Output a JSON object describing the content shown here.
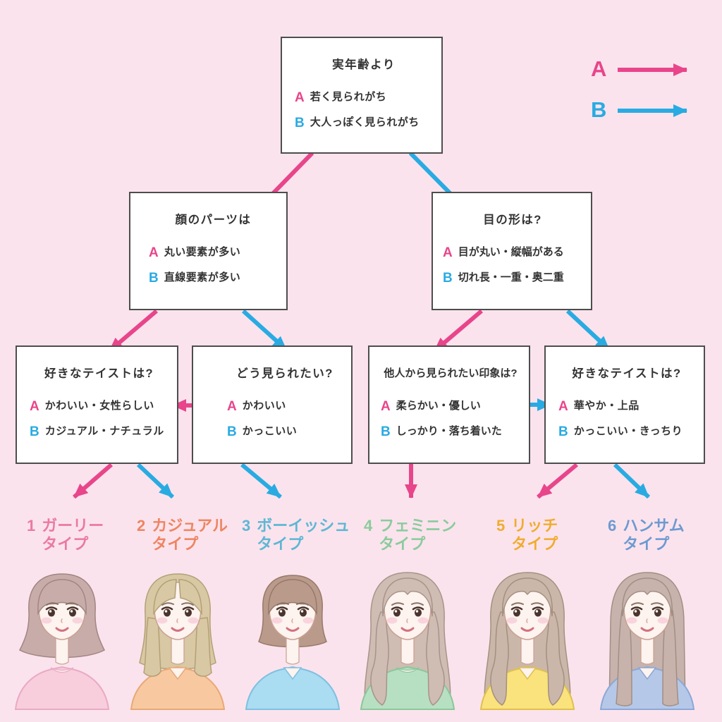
{
  "colors": {
    "background": "#fbe3ed",
    "branch_a_pink": "#e8458b",
    "branch_b_blue": "#29abe2",
    "box_border": "#4d4d4d",
    "text": "#333333"
  },
  "branch_labels": {
    "a": "A",
    "b": "B"
  },
  "legend": {
    "a_label": "A",
    "b_label": "B"
  },
  "questions": [
    {
      "id": "age",
      "title": "実年齢より",
      "a": "若く見られがち",
      "b": "大人っぽく見られがち"
    },
    {
      "id": "face-parts",
      "title": "顔のパーツは",
      "a": "丸い要素が多い",
      "b": "直線要素が多い"
    },
    {
      "id": "eye-shape",
      "title": "目の形は?",
      "a": "目が丸い・縦幅がある",
      "b": "切れ長・一重・奥二重"
    },
    {
      "id": "taste-left",
      "title": "好きなテイストは?",
      "a": "かわいい・女性らしい",
      "b": "カジュアル・ナチュラル"
    },
    {
      "id": "how-seen",
      "title": "どう見られたい?",
      "a": "かわいい",
      "b": "かっこいい"
    },
    {
      "id": "impression",
      "title": "他人から見られたい印象は?",
      "a": "柔らかい・優しい",
      "b": "しっかり・落ち着いた"
    },
    {
      "id": "taste-right",
      "title": "好きなテイストは?",
      "a": "華やか・上品",
      "b": "かっこいい・きっちり"
    }
  ],
  "arrows": [
    {
      "from": "age",
      "branch": "a",
      "to": "face-parts"
    },
    {
      "from": "age",
      "branch": "b",
      "to": "eye-shape"
    },
    {
      "from": "face-parts",
      "branch": "a",
      "to": "taste-left"
    },
    {
      "from": "face-parts",
      "branch": "b",
      "to": "how-seen"
    },
    {
      "from": "eye-shape",
      "branch": "a",
      "to": "impression"
    },
    {
      "from": "eye-shape",
      "branch": "b",
      "to": "taste-right"
    },
    {
      "from": "how-seen",
      "branch": "a",
      "to": "taste-left"
    },
    {
      "from": "impression",
      "branch": "b",
      "to": "taste-right"
    },
    {
      "from": "taste-left",
      "branch": "a",
      "to": "type-1"
    },
    {
      "from": "taste-left",
      "branch": "b",
      "to": "type-2"
    },
    {
      "from": "how-seen",
      "branch": "b",
      "to": "type-3"
    },
    {
      "from": "impression",
      "branch": "a",
      "to": "type-4"
    },
    {
      "from": "taste-right",
      "branch": "a",
      "to": "type-5"
    },
    {
      "from": "taste-right",
      "branch": "b",
      "to": "type-6"
    }
  ],
  "types": [
    {
      "number": "1",
      "name": "ガーリー",
      "suffix": "タイプ",
      "color": "#ea7aa3"
    },
    {
      "number": "2",
      "name": "カジュアル",
      "suffix": "タイプ",
      "color": "#ee8562"
    },
    {
      "number": "3",
      "name": "ボーイッシュ",
      "suffix": "タイプ",
      "color": "#5eb7d4"
    },
    {
      "number": "4",
      "name": "フェミニン",
      "suffix": "タイプ",
      "color": "#8bcb9d"
    },
    {
      "number": "5",
      "name": "リッチ",
      "suffix": "タイプ",
      "color": "#f0ac2f"
    },
    {
      "number": "6",
      "name": "ハンサム",
      "suffix": "タイプ",
      "color": "#6d9ad1"
    }
  ],
  "faces": [
    {
      "type": "1",
      "style": "bob",
      "hair": "#c8aca9",
      "hair_line": "#a18683",
      "top": "#f8cddc",
      "top_line": "#e9aac4",
      "neckline": "round"
    },
    {
      "type": "2",
      "style": "lob",
      "hair": "#d8c8a3",
      "hair_line": "#b3a077",
      "top": "#f8c9a0",
      "top_line": "#e8a977",
      "neckline": "v"
    },
    {
      "type": "3",
      "style": "short",
      "hair": "#ba9b8b",
      "hair_line": "#97796a",
      "top": "#aadcf2",
      "top_line": "#7fc0e0",
      "neckline": "v"
    },
    {
      "type": "4",
      "style": "longwave",
      "hair": "#cfbcb2",
      "hair_line": "#a8938a",
      "top": "#b7e0c2",
      "top_line": "#8bc79c",
      "neckline": "round"
    },
    {
      "type": "5",
      "style": "longwave",
      "hair": "#cbb7aa",
      "hair_line": "#a3907f",
      "top": "#fae27c",
      "top_line": "#dfc050",
      "neckline": "v"
    },
    {
      "type": "6",
      "style": "longstraight",
      "hair": "#c7b3ab",
      "hair_line": "#a18e85",
      "top": "#b5c8e8",
      "top_line": "#8da8d6",
      "neckline": "v"
    }
  ]
}
